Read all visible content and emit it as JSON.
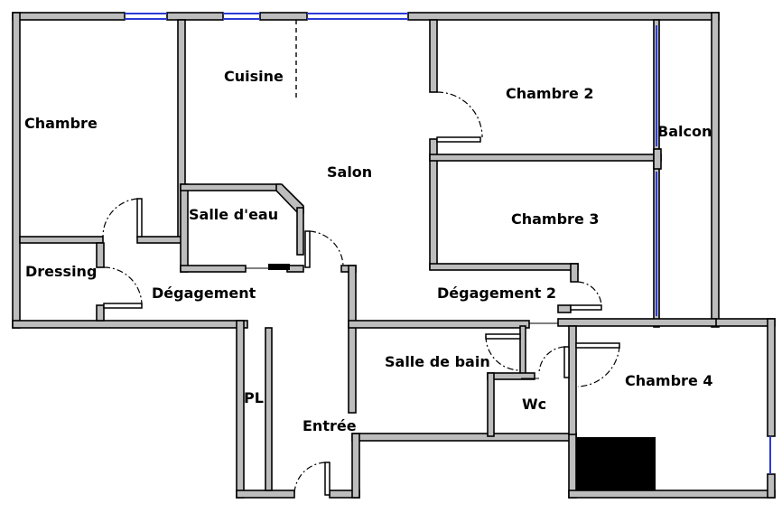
{
  "colors": {
    "wall_fill": "#bdbdbd",
    "wall_stroke": "#000000",
    "window": "#2a3bd6",
    "fixture": "#000000"
  },
  "rooms": {
    "chambre": "Chambre",
    "cuisine": "Cuisine",
    "salon": "Salon",
    "chambre_2": "Chambre 2",
    "chambre_3": "Chambre 3",
    "balcon": "Balcon",
    "salle_deau": "Salle d'eau",
    "dressing": "Dressing",
    "degagement": "Dégagement",
    "degagement_2": "Dégagement 2",
    "salle_de_bain": "Salle de bain",
    "chambre_4": "Chambre 4",
    "pl": "PL",
    "wc": "Wc",
    "entree": "Entrée"
  }
}
